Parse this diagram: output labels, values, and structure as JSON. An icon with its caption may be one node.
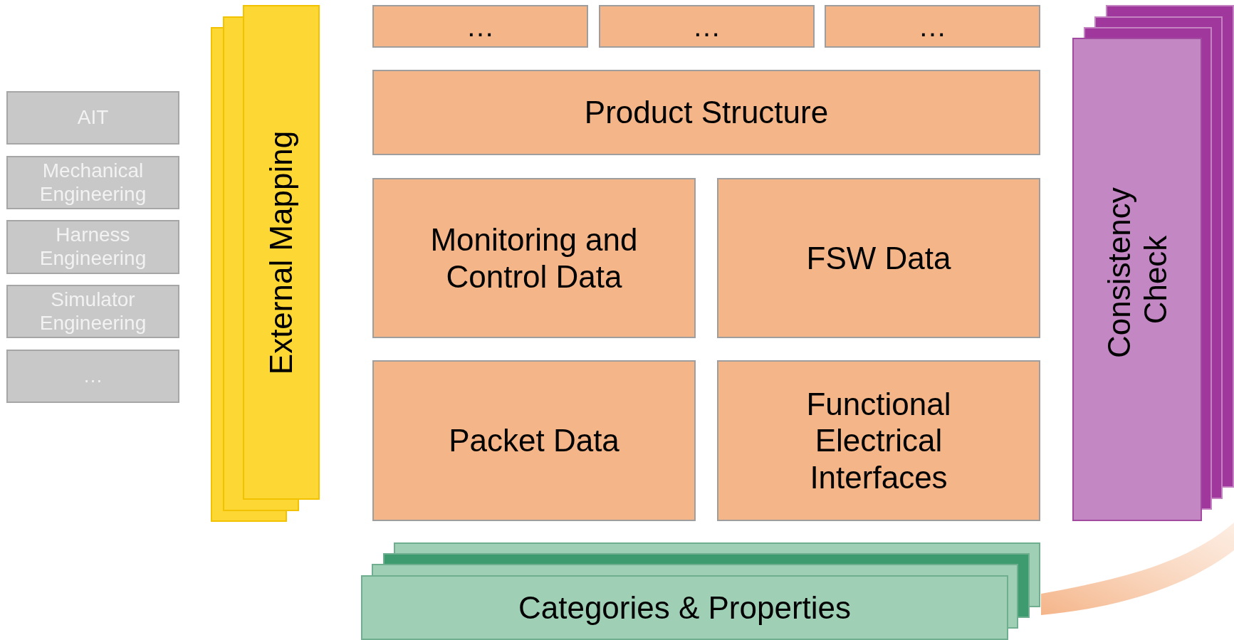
{
  "diagram": {
    "nodes": [
      {
        "text": [
          "AIT"
        ]
      },
      {
        "text": [
          "Mechanical Engineering"
        ]
      },
      {
        "text": [
          "Harness Engineering"
        ]
      },
      {
        "text": [
          "Simulator Engineering"
        ]
      },
      {
        "text": [
          "…"
        ]
      },
      {
        "text": [
          "External Mapping"
        ]
      },
      {
        "text": [
          "…"
        ]
      },
      {
        "text": [
          "…"
        ]
      },
      {
        "text": [
          "…"
        ]
      },
      {
        "text": [
          "Product Structure"
        ]
      },
      {
        "text": [
          "Monitoring and Control Data"
        ]
      },
      {
        "text": [
          "FSW Data"
        ]
      },
      {
        "text": [
          "Packet Data"
        ]
      },
      {
        "text": [
          "Functional Electrical Interfaces"
        ]
      },
      {
        "text": [
          "Consistency Check"
        ]
      },
      {
        "text": [
          "Categories & Properties"
        ]
      },
      {
        "text": [],
        "shape": "band"
      }
    ]
  }
}
